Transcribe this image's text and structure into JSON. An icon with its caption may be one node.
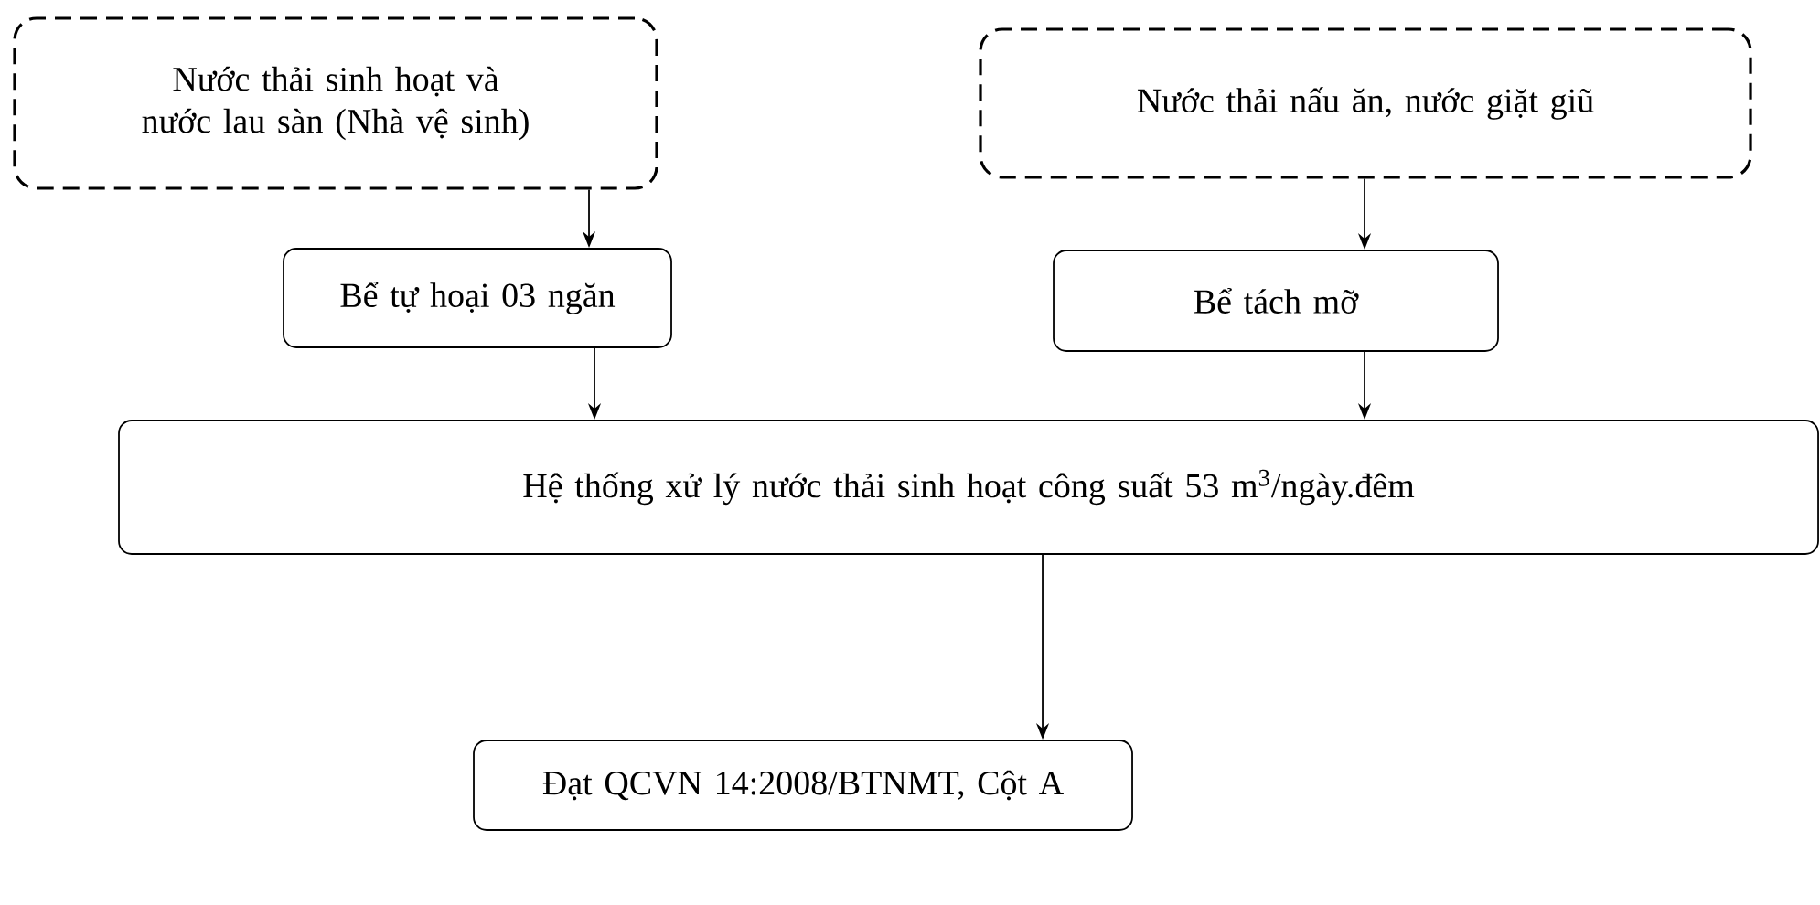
{
  "diagram": {
    "nodes": [
      {
        "text": [
          "Nước thải sinh hoạt và nước lau sàn (Nhà vệ sinh)"
        ]
      },
      {
        "text": [
          "Nước thải nấu ăn, nước giặt giũ"
        ]
      },
      {
        "text": [
          "Bể tự hoại 03 ngăn"
        ]
      },
      {
        "text": [
          "Bể tách mỡ"
        ]
      },
      {
        "text": [
          "Hệ thống xử lý nước thải sinh hoạt công suất 53 m$^{3}$/ngày.đêm"
        ]
      },
      {
        "text": [
          "Đạt QCVN 14:2008/BTNMT, Cột A"
        ]
      }
    ],
    "edges": [
      {
        "from": 0,
        "to": 2,
        "arrow": "to"
      },
      {
        "from": 1,
        "to": 3,
        "arrow": "to"
      },
      {
        "from": 2,
        "to": 4,
        "arrow": "to"
      },
      {
        "from": 3,
        "to": 4,
        "arrow": "to"
      },
      {
        "from": 4,
        "to": 5,
        "arrow": "to"
      }
    ]
  }
}
